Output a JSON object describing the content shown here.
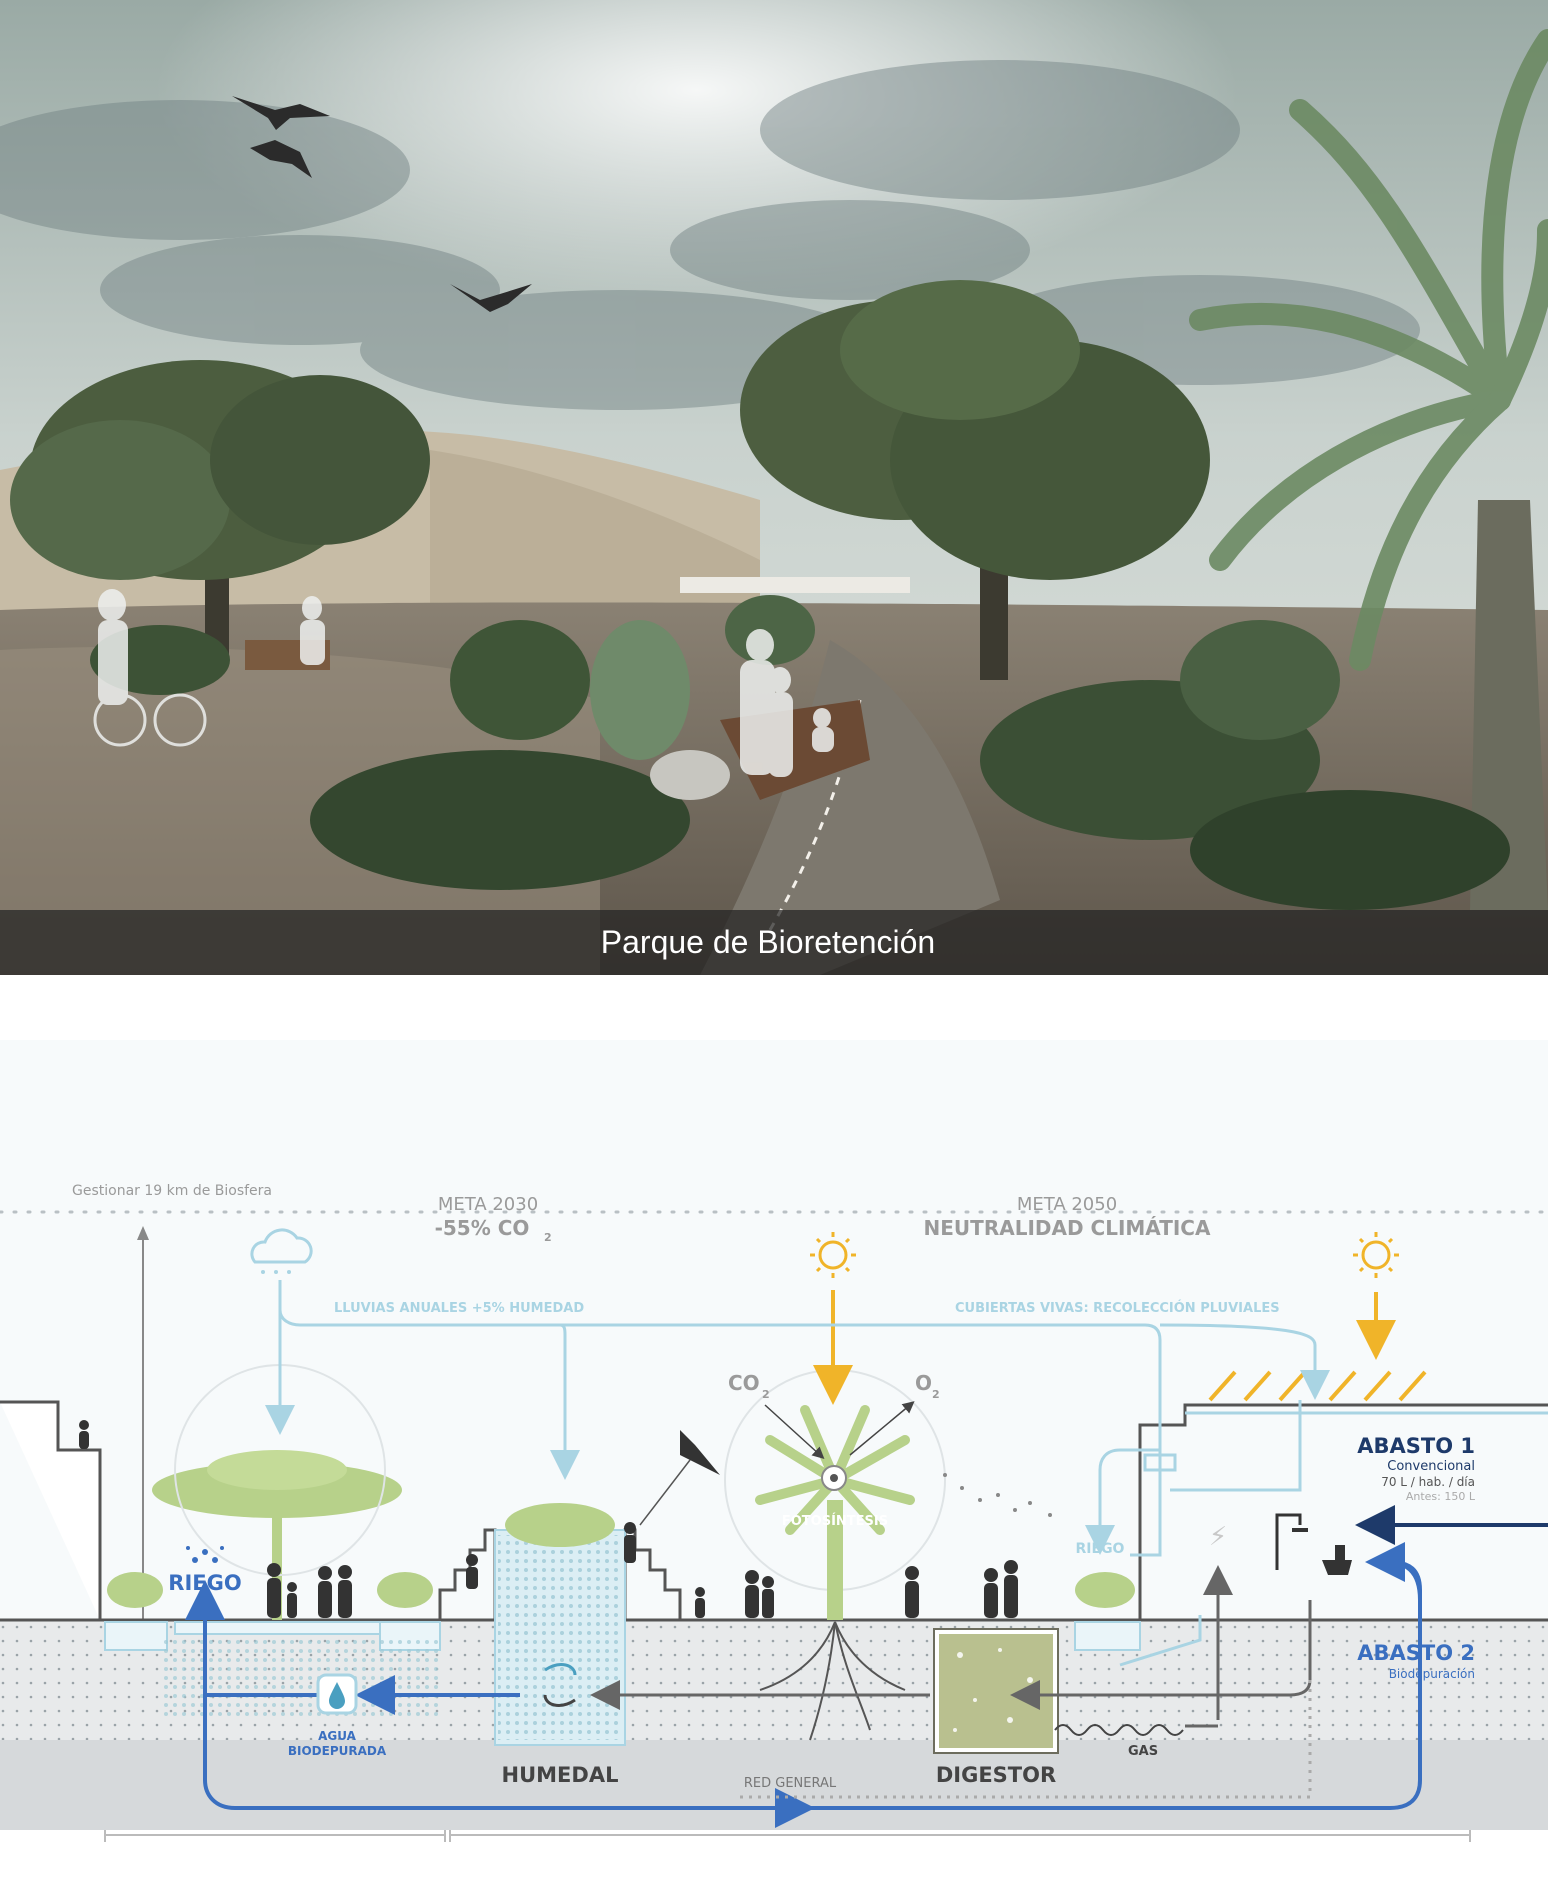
{
  "photo": {
    "caption": "Parque de Bioretención"
  },
  "diagram": {
    "scale_label": "Gestionar 19 km de Biosfera",
    "meta_2030": {
      "title": "META 2030",
      "value": "-55% CO",
      "sub": "2"
    },
    "meta_2050": {
      "title": "META 2050",
      "value": "NEUTRALIDAD CLIMÁTICA"
    },
    "rain_label": "LLUVIAS ANUALES +5% HUMEDAD",
    "roof_label": "CUBIERTAS VIVAS: RECOLECCIÓN PLUVIALES",
    "co2": "CO",
    "co2_sub": "2",
    "o2": "O",
    "o2_sub": "2",
    "photosynthesis": "FOTOSÍNTESIS",
    "riego_left": "RIEGO",
    "riego_right": "RIEGO",
    "abasto1": {
      "title": "ABASTO 1",
      "line1": "Convencional",
      "line2": "70 L / hab. / día",
      "line3": "Antes: 150 L"
    },
    "abasto2": {
      "title": "ABASTO 2",
      "line1": "Biodepuración"
    },
    "agua_line1": "AGUA",
    "agua_line2": "BIODEPURADA",
    "humedal": "HUMEDAL",
    "digestor": "DIGESTOR",
    "gas": "GAS",
    "red_general": "RED GENERAL"
  },
  "colors": {
    "light_blue": "#a9d4e3",
    "dark_blue": "#3a6fc0",
    "navy": "#1e3a6a",
    "green": "#b7d18a",
    "yellow": "#f0b429",
    "grey_text": "#8a8a8a"
  }
}
